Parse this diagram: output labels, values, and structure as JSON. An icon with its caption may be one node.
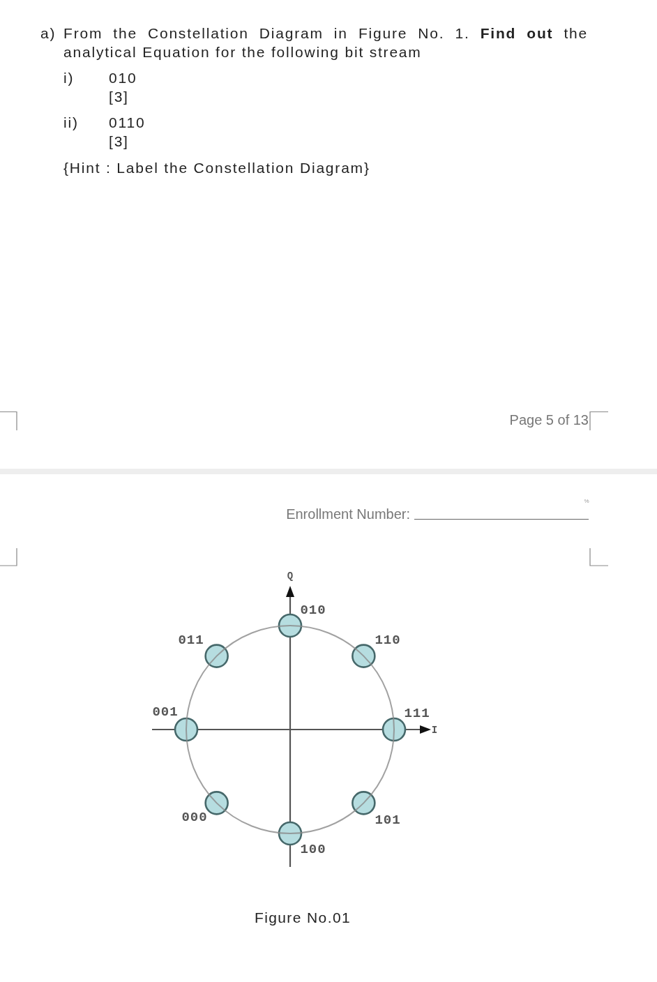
{
  "diagram": {
    "caption": "Figure No.01",
    "labels": [
      "a)",
      "From the Constellation Diagram in Figure No. 1. **Find out** the analytical Equation for the following bit stream",
      "i)",
      "010",
      "[3]",
      "ii)",
      "0110",
      "[3]",
      "{Hint : Label the Constellation Diagram}",
      "Page 5 of 13",
      "%",
      "Enrollment Number:",
      "Q",
      "010",
      "011",
      "110",
      "001",
      "111",
      "000",
      "101",
      "100",
      "I"
    ]
  }
}
